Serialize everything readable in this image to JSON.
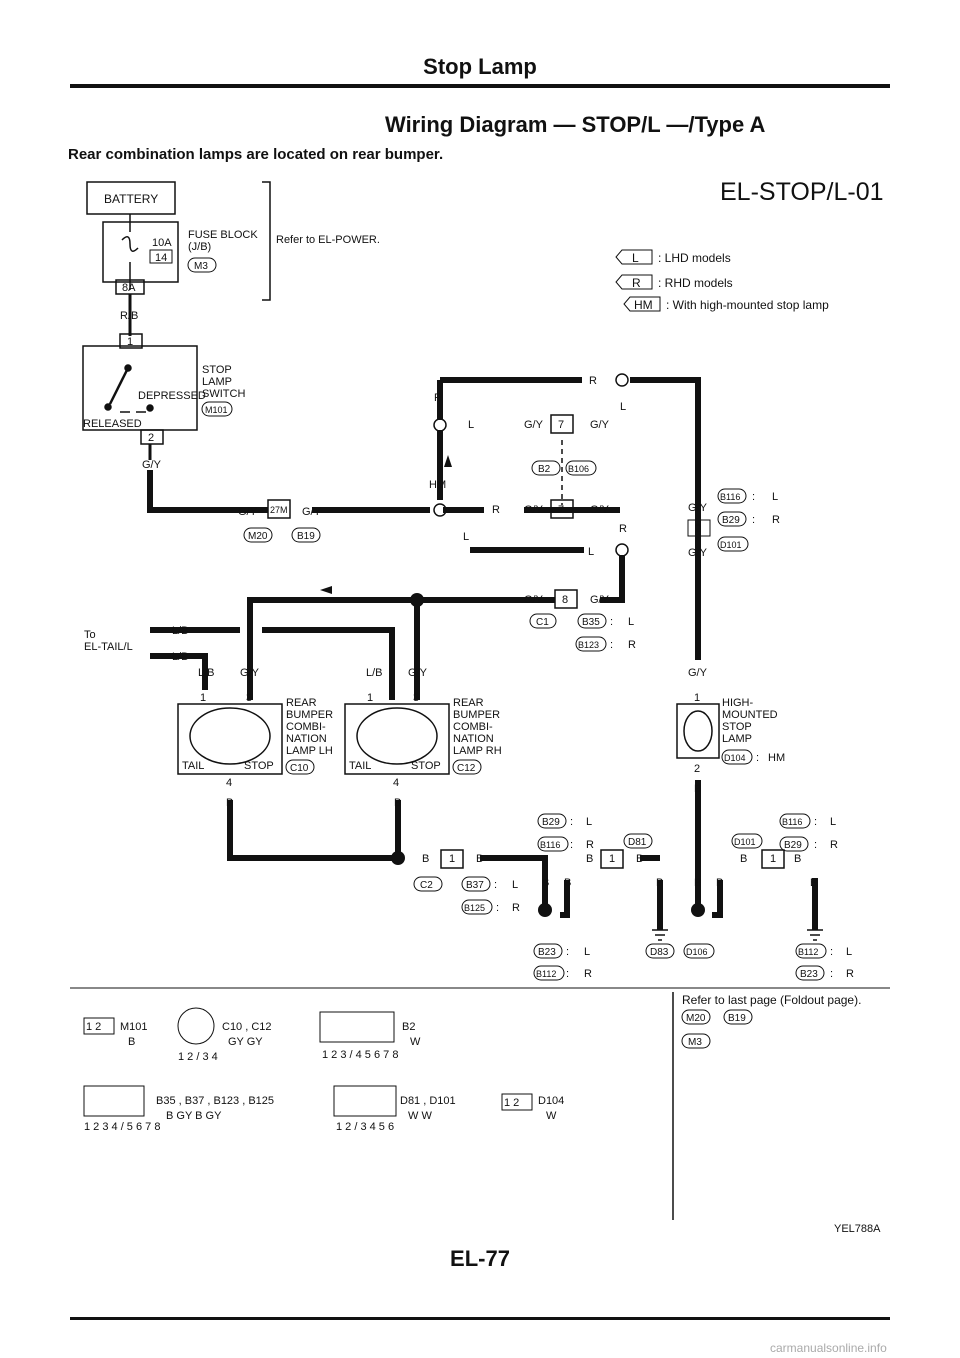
{
  "header": {
    "section_title": "Stop Lamp",
    "diagram_title": "Wiring Diagram — STOP/L —/Type A",
    "note": "Rear combination lamps are located on rear bumper.",
    "diagram_code": "EL-STOP/L-01"
  },
  "footer": {
    "page_number": "EL-77",
    "figure_code": "YEL788A",
    "watermark": "carmanualsonline.info"
  },
  "legend": [
    {
      "tag": "L",
      "text": ": LHD models"
    },
    {
      "tag": "R",
      "text": ": RHD models"
    },
    {
      "tag": "HM",
      "text": ": With high-mounted stop lamp"
    }
  ],
  "power": {
    "battery": "BATTERY",
    "fuse_amp": "10A",
    "fuse_no": "14",
    "fuse_block": [
      "FUSE BLOCK",
      "(J/B)"
    ],
    "fuse_conn": "M3",
    "fuse_term": "8A",
    "refer": "Refer to EL-POWER.",
    "wire_rb": "R/B"
  },
  "switch": {
    "name": [
      "STOP",
      "LAMP",
      "SWITCH"
    ],
    "conn": "M101",
    "depressed": "DEPRESSED",
    "released": "RELEASED",
    "pin1": "1",
    "pin2": "2"
  },
  "wires": {
    "gy": "G/Y",
    "lb": "L/B",
    "b": "B",
    "r": "R",
    "l": "L",
    "hm": "HM"
  },
  "junction": {
    "term": "27M",
    "conn_a": "M20",
    "conn_b": "B19",
    "pin7": "7",
    "pin8": "8",
    "b2": "B2",
    "b106": "B106",
    "c1": "C1",
    "b35": "B35",
    "b123": "B123",
    "colon": ":"
  },
  "tail": {
    "to": "To",
    "target": "EL-TAIL/L"
  },
  "lamp_lh": {
    "name": [
      "REAR",
      "BUMPER",
      "COMBI-",
      "NATION",
      "LAMP LH"
    ],
    "conn": "C10",
    "tail": "TAIL",
    "stop": "STOP",
    "p1": "1",
    "p3": "3",
    "p4": "4"
  },
  "lamp_rh": {
    "name": [
      "REAR",
      "BUMPER",
      "COMBI-",
      "NATION",
      "LAMP RH"
    ],
    "conn": "C12",
    "tail": "TAIL",
    "stop": "STOP",
    "p1": "1",
    "p3": "3",
    "p4": "4"
  },
  "hmsl": {
    "name": [
      "HIGH-",
      "MOUNTED",
      "STOP",
      "LAMP"
    ],
    "conn": "D104",
    "p1": "1",
    "p2": "2",
    "b116": "B116",
    "b29": "B29",
    "d101": "D101"
  },
  "grounds": {
    "c2": "C2",
    "b37": "B37",
    "b125": "B125",
    "b29": "B29",
    "b116": "B116",
    "d81": "D81",
    "b23": "B23",
    "b112": "B112",
    "d83": "D83",
    "d106": "D106",
    "d101": "D101",
    "p1": "1"
  },
  "connectors": [
    {
      "pins": "1 2",
      "tags": "M101",
      "color": "B"
    },
    {
      "pins": "1 2 / 3 4",
      "tags": "C10 , C12",
      "color": "GY   GY"
    },
    {
      "pins": "1 2 3 / 4 5 6 7 8",
      "tags": "B2",
      "color": "W"
    },
    {
      "pins": "1 2 3 4 / 5 6 7 8",
      "tags": "B35 , B37 , B123 , B125",
      "color": "B   GY   B   GY"
    },
    {
      "pins": "1 2 / 3 4 5 6",
      "tags": "D81 , D101",
      "color": "W   W"
    },
    {
      "pins": "1 2",
      "tags": "D104",
      "color": "W"
    }
  ],
  "foldout": {
    "text": "Refer to last page (Foldout page).",
    "tags": [
      "M20",
      "B19",
      "M3"
    ]
  }
}
